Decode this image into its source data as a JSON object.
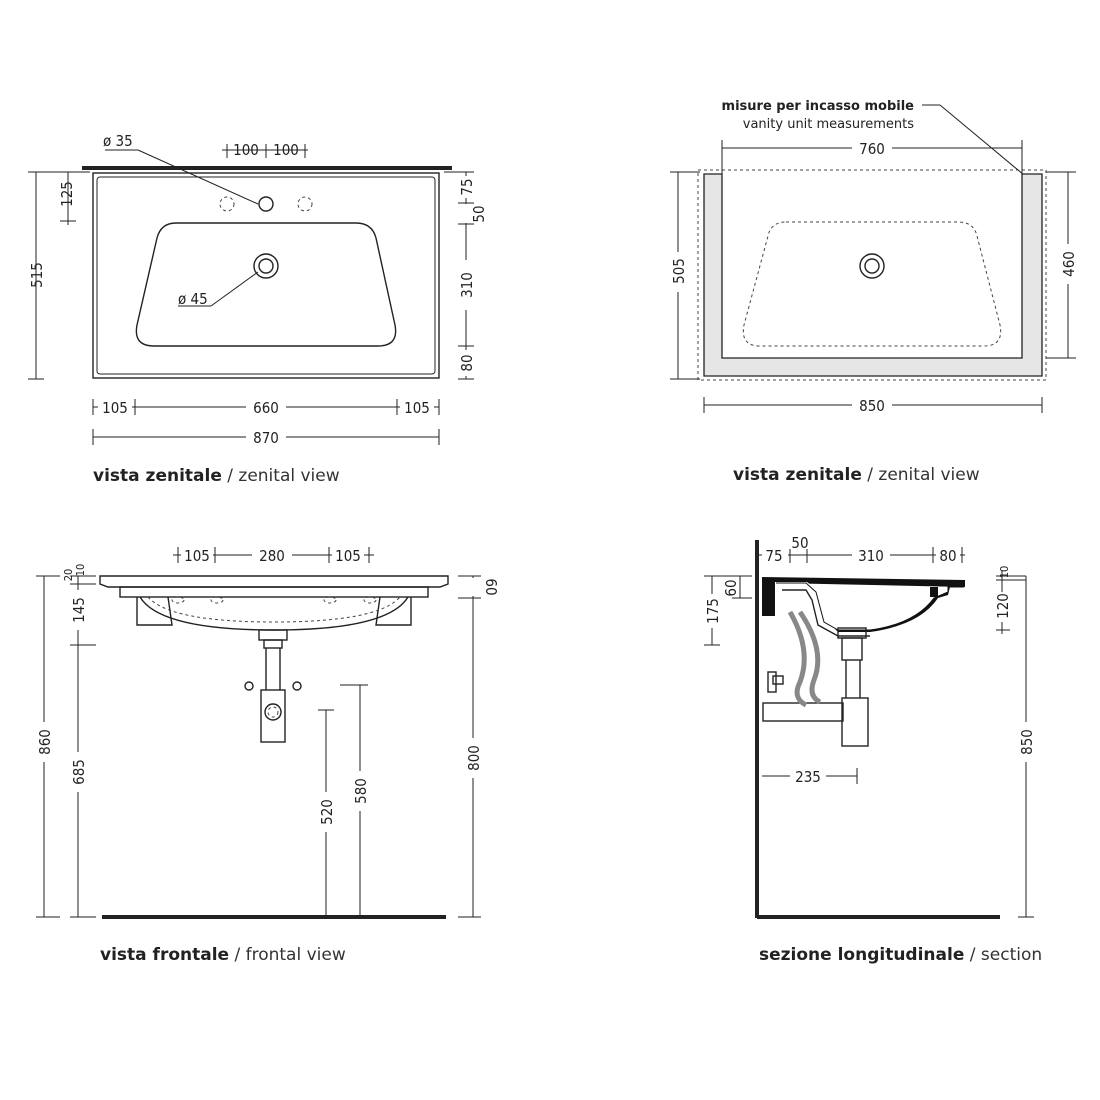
{
  "views": {
    "top_left": {
      "caption_bold": "vista zenitale",
      "caption_light": "/ zenital view",
      "dims": {
        "hole_dia": "ø 35",
        "drain_dia": "ø 45",
        "hole_spacing_a": "100",
        "hole_spacing_b": "100",
        "left_125": "125",
        "left_515": "515",
        "right_75": "75",
        "right_50": "50",
        "right_310": "310",
        "right_80": "80",
        "bottom_105a": "105",
        "bottom_660": "660",
        "bottom_105b": "105",
        "bottom_870": "870"
      }
    },
    "top_right": {
      "caption_bold": "vista zenitale",
      "caption_light": "/ zenital view",
      "note_it": "misure per incasso mobile",
      "note_en": "vanity unit measurements",
      "dims": {
        "top_760": "760",
        "left_505": "505",
        "right_460": "460",
        "bottom_850": "850"
      }
    },
    "bottom_left": {
      "caption_bold": "vista frontale",
      "caption_light": "/ frontal view",
      "dims": {
        "top_105a": "105",
        "top_280": "280",
        "top_105b": "105",
        "small_20": "20",
        "small_10": "10",
        "right_60": "60",
        "left_145": "145",
        "left_860": "860",
        "left_685": "685",
        "mid_520": "520",
        "mid_580": "580",
        "right_800": "800"
      }
    },
    "bottom_right": {
      "caption_bold": "sezione longitudinale",
      "caption_light": "/ section",
      "dims": {
        "top_75": "75",
        "top_50": "50",
        "top_310": "310",
        "top_80": "80",
        "left_175": "175",
        "left_60": "60",
        "right_10": "10",
        "right_120": "120",
        "right_850": "850",
        "bottom_235": "235"
      }
    }
  }
}
